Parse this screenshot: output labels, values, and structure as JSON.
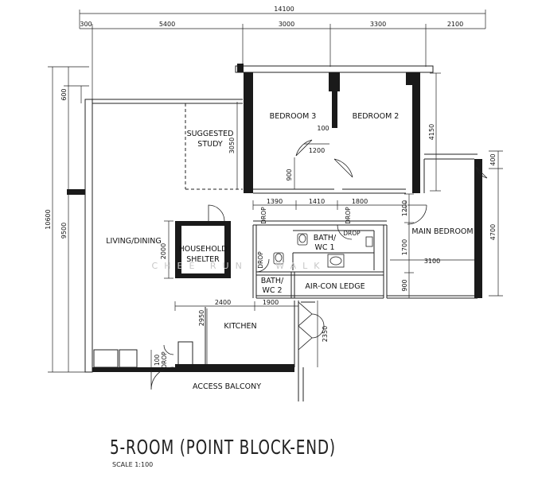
{
  "title": "5-ROOM (POINT BLOCK-END)",
  "scale": "SCALE  1:100",
  "watermark": "CHEE RUN · WALK",
  "rooms": {
    "bedroom3": "BEDROOM 3",
    "bedroom2": "BEDROOM 2",
    "study_line1": "SUGGESTED",
    "study_line2": "STUDY",
    "living": "LIVING/DINING",
    "shelter_line1": "HOUSEHOLD",
    "shelter_line2": "SHELTER",
    "bath1_line1": "BATH/",
    "bath1_line2": "WC 1",
    "bath2_line1": "BATH/",
    "bath2_line2": "WC 2",
    "main_bedroom": "MAIN BEDROOM",
    "aircon": "AIR-CON LEDGE",
    "kitchen": "KITCHEN",
    "access_balcony": "ACCESS BALCONY"
  },
  "drop": "DROP",
  "dims": {
    "overall": "14100",
    "top": [
      "300",
      "5400",
      "3000",
      "3300",
      "2100"
    ],
    "left_overall": "10600",
    "left_600": "600",
    "left_9500": "9500",
    "right_400": "400",
    "right_4700": "4700",
    "right_4150": "4150",
    "d3050": "3050",
    "d100": "100",
    "d1200": "1200",
    "d900": "900",
    "d1390": "1390",
    "d1410": "1410",
    "d1800": "1800",
    "d1200b": "1200",
    "d1700": "1700",
    "d900b": "900",
    "d3100": "3100",
    "d2000": "2000",
    "d2400": "2400",
    "d1900": "1900",
    "d2950": "2950",
    "d2350": "2350",
    "d100b": "100"
  }
}
